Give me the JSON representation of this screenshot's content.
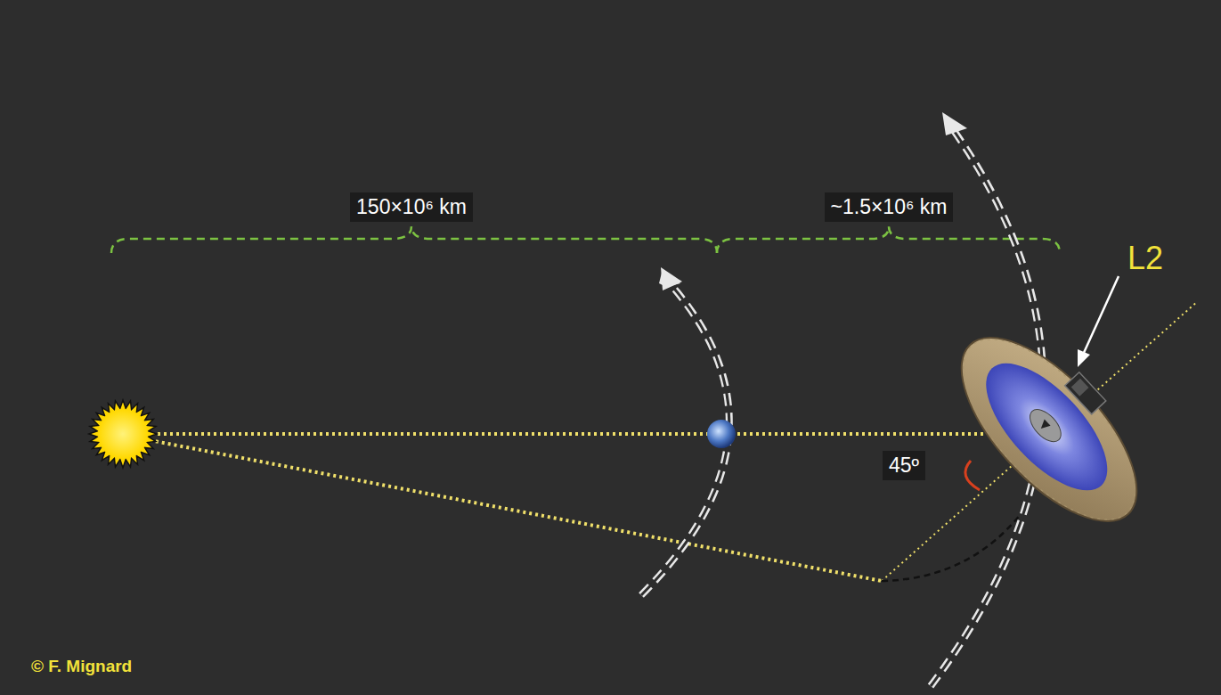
{
  "diagram": {
    "labels": [
      "150×10⁶ km",
      "~1.5×10⁶ km",
      "L2",
      "45º",
      "© F. Mignard"
    ]
  }
}
